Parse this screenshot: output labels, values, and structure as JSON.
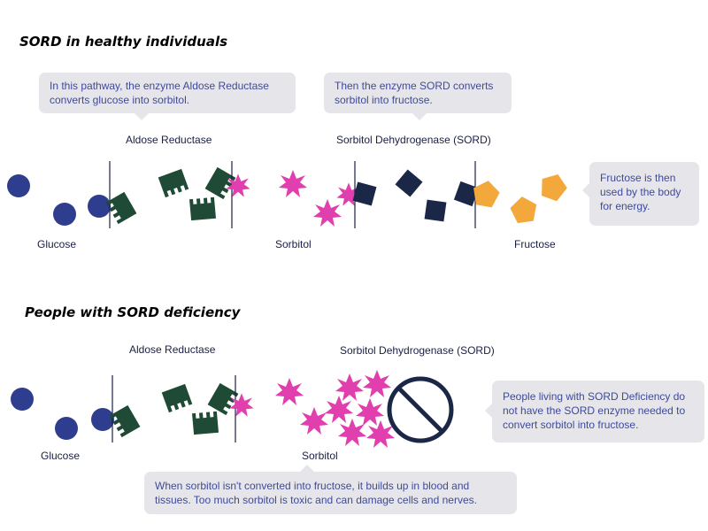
{
  "colors": {
    "glucose": "#2f3d8f",
    "enzyme_ar": "#1f4a35",
    "sorbitol": "#e23fae",
    "enzyme_sord": "#1b2747",
    "fructose": "#f2a83a",
    "bubble_bg": "#e6e6ea",
    "bubble_text": "#3e4a9a",
    "divider": "#1a1f44"
  },
  "healthy": {
    "title": "SORD in healthy individuals",
    "bubble_ar": "In this pathway, the enzyme Aldose Reductase converts glucose into sorbitol.",
    "bubble_sord": "Then the enzyme SORD converts sorbitol into fructose.",
    "bubble_fructose": "Fructose is then used by the body for energy.",
    "label_ar": "Aldose Reductase",
    "label_sord": "Sorbitol Dehydrogenase (SORD)",
    "label_glucose": "Glucose",
    "label_sorbitol": "Sorbitol",
    "label_fructose": "Fructose"
  },
  "deficiency": {
    "title": "People with SORD deficiency",
    "label_ar": "Aldose Reductase",
    "label_sord": "Sorbitol Dehydrogenase (SORD)",
    "label_glucose": "Glucose",
    "label_sorbitol": "Sorbitol",
    "bubble_deficiency": "People living with SORD Deficiency do not have the SORD enzyme needed to convert sorbitol into fructose.",
    "bubble_buildup": "When sorbitol isn't converted into fructose, it builds up in blood and tissues. Too much sorbitol is toxic and can damage cells and nerves."
  }
}
